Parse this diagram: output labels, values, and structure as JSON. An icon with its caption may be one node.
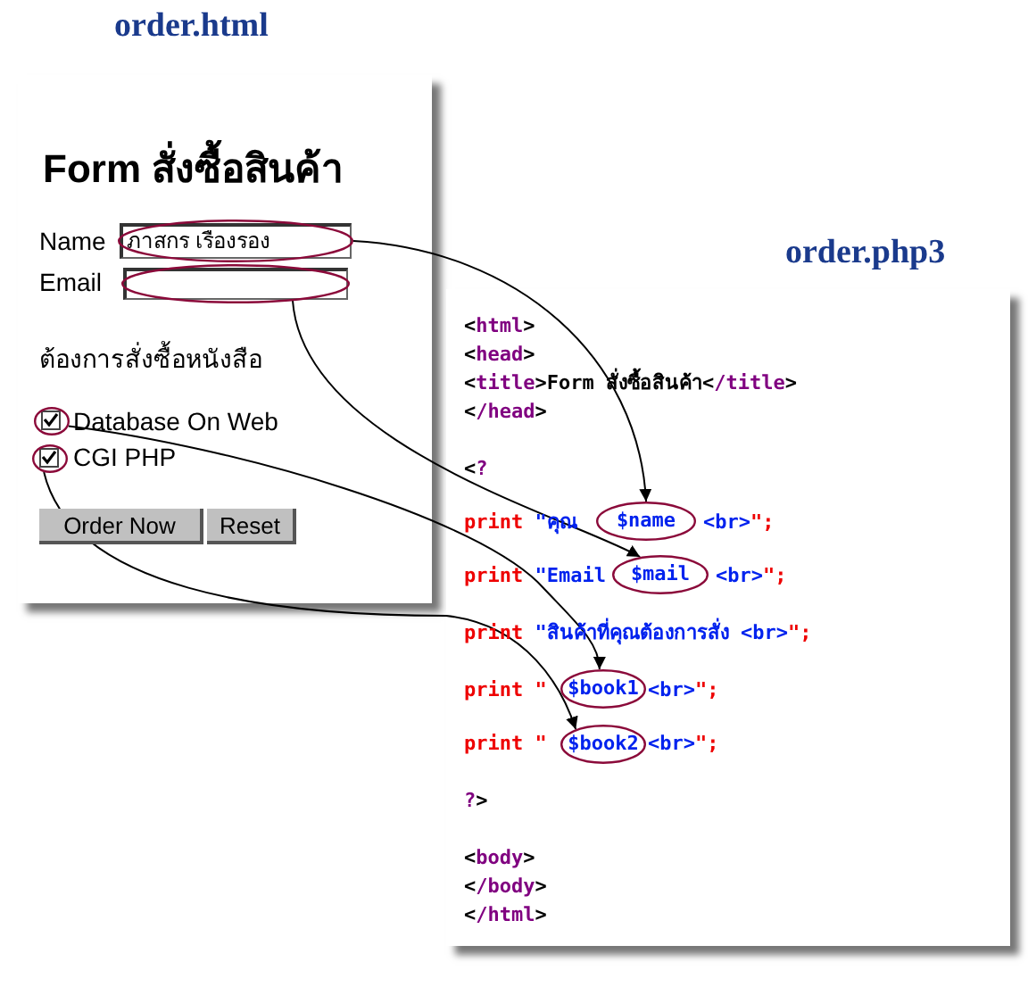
{
  "diagram": {
    "nodes": [
      {
        "text": [
          "Form สั่งซื้อสินค้า"
        ],
        "beside": [
          "order.html"
        ]
      },
      {
        "text": [
          "ภาสกร เรืองรอง"
        ],
        "in": 0
      },
      {
        "text": [],
        "shape": "ellipse",
        "in": 0
      },
      {
        "text": [],
        "shape": "ellipse",
        "in": 0
      },
      {
        "text": [],
        "shape": "ellipse",
        "in": 0
      },
      {
        "text": [
          "<html>",
          "<head>",
          "<title>Form สั่งซื้อสินค้า</title>",
          "</head>",
          "<?",
          "print \"คุณ",
          "<br>\";",
          "print \"Email",
          "<br>\";",
          "print \"สินค้าที่คุณต้องการสั่ง <br>\";",
          "print \"",
          "<br>\";",
          "print \"",
          "<br>\";",
          "?>",
          "<body>",
          "</body>",
          "</html>"
        ],
        "beside": [
          "order.php3"
        ]
      },
      {
        "text": [
          "$name"
        ],
        "in": 5
      },
      {
        "text": [
          "$mail"
        ],
        "in": 5
      },
      {
        "text": [
          "$book1"
        ],
        "in": 5
      },
      {
        "text": [
          "$book2"
        ],
        "in": 5
      }
    ],
    "edges": [
      {
        "from": 1,
        "to": 6,
        "arrow": "to"
      },
      {
        "from": 2,
        "to": 7,
        "arrow": "to"
      },
      {
        "from": 3,
        "to": 8,
        "arrow": "to"
      },
      {
        "from": 4,
        "to": 9,
        "arrow": "to"
      }
    ],
    "labels": [
      "Name",
      "Email",
      "ต้องการสั่งซื้อหนังสือ",
      "Database On Web",
      "CGI PHP",
      "Order Now",
      "Reset"
    ]
  }
}
